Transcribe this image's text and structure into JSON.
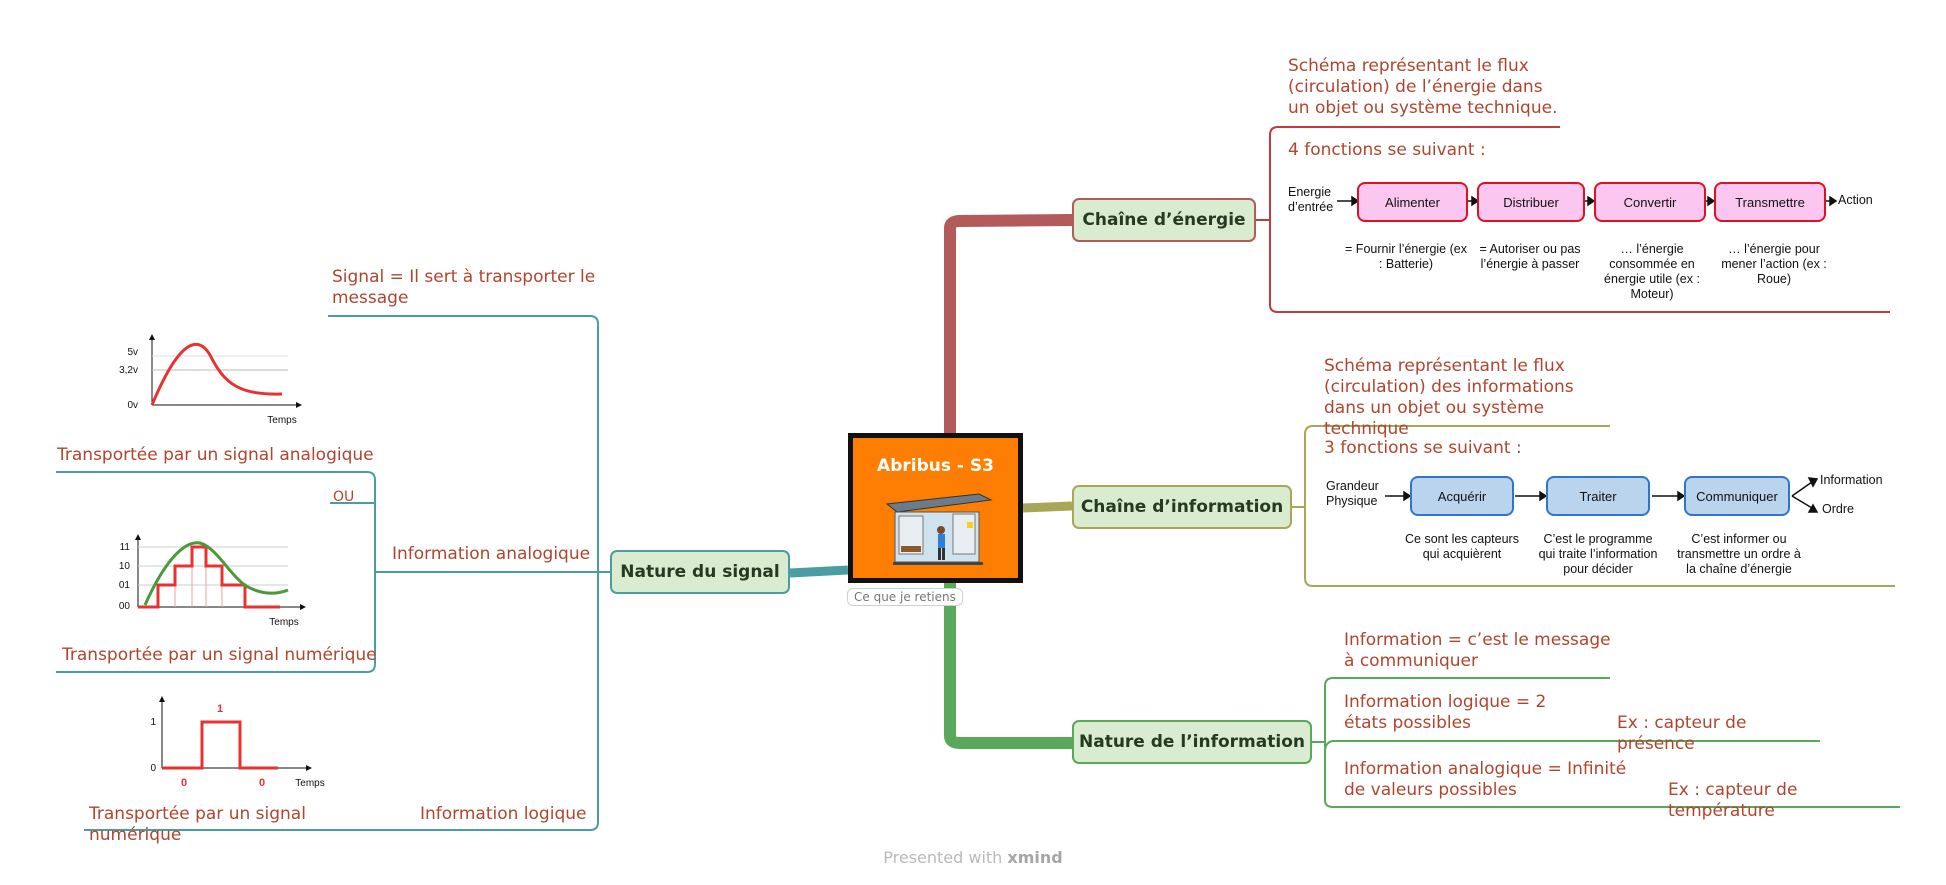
{
  "center": {
    "title": "Abribus - S3",
    "note": "Ce que je retiens",
    "image": "bus-shelter-icon"
  },
  "branches": {
    "energie": {
      "title": "Chaîne d’énergie",
      "definition": "Schéma représentant le flux (circulation) de l’énergie dans un objet ou système technique.",
      "functions_title": "4 fonctions se suivant :",
      "input": "Energie d’entrée",
      "output": "Action",
      "functions": [
        {
          "label": "Alimenter",
          "desc": "= Fournir l’énergie (ex : Batterie)"
        },
        {
          "label": "Distribuer",
          "desc": "= Autoriser ou pas l’énergie à passer"
        },
        {
          "label": "Convertir",
          "desc": "… l’énergie consommée en énergie utile (ex : Moteur)"
        },
        {
          "label": "Transmettre",
          "desc": "… l’énergie pour mener l’action (ex : Roue)"
        }
      ]
    },
    "information": {
      "title": "Chaîne d’information",
      "definition": "Schéma représentant le flux (circulation) des informations dans un objet ou système technique",
      "functions_title": "3 fonctions se suivant :",
      "input": "Grandeur Physique",
      "outputs": [
        "Information",
        "Ordre"
      ],
      "functions": [
        {
          "label": "Acquérir",
          "desc": "Ce sont les capteurs qui acquièrent"
        },
        {
          "label": "Traiter",
          "desc": "C’est le programme qui traite l’information pour décider"
        },
        {
          "label": "Communiquer",
          "desc": "C’est informer ou transmettre un ordre à la chaîne d’énergie"
        }
      ]
    },
    "nature_info": {
      "title": "Nature de l’information",
      "items": [
        {
          "text": "Information = c’est le message à communiquer",
          "example": ""
        },
        {
          "text": "Information logique = 2 états possibles",
          "example": "Ex : capteur de présence"
        },
        {
          "text": "Information analogique = Infinité de valeurs possibles",
          "example": "Ex : capteur de température"
        }
      ]
    },
    "nature_signal": {
      "title": "Nature du signal",
      "definition": "Signal = Il sert à transporter le message",
      "analog_info": "Information analogique",
      "analog_signal": "Transportée par un signal analogique",
      "ou": "OU",
      "digital_signal": "Transportée par un signal numérique",
      "logic_info": "Information logique",
      "logic_signal": "Transportée par un signal numérique",
      "graph_analog": {
        "y_ticks": [
          "5v",
          "3,2v",
          "0v"
        ],
        "x_label": "Temps"
      },
      "graph_digital": {
        "y_ticks": [
          "11",
          "10",
          "01",
          "00"
        ],
        "x_label": "Temps"
      },
      "graph_logic": {
        "y_ticks": [
          "1",
          "0"
        ],
        "levels": [
          "1",
          "0",
          "0"
        ],
        "x_label": "Temps"
      }
    }
  },
  "colors": {
    "energie": "#b35a5a",
    "information": "#a9a658",
    "nature_info": "#5aa85a",
    "nature_signal": "#4a9ea2",
    "text": "#b0452e"
  },
  "footer": {
    "prefix": "Presented with",
    "brand": "xmind"
  }
}
